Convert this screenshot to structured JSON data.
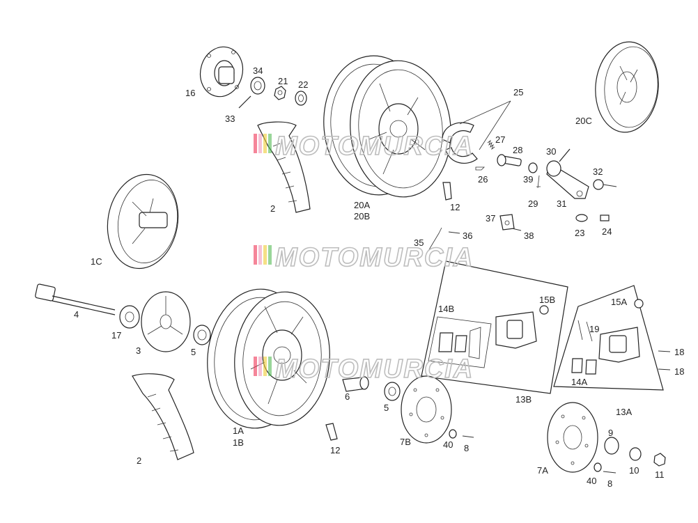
{
  "watermark": "MOTOMURCIA",
  "labels": {
    "l16": "16",
    "l34": "34",
    "l21": "21",
    "l22": "22",
    "l33": "33",
    "l2top": "2",
    "l20A": "20A",
    "l20B": "20B",
    "l25top": "25",
    "l27": "27",
    "l28": "28",
    "l30": "30",
    "l32": "32",
    "l26": "26",
    "l39": "39",
    "l12top": "12",
    "l29": "29",
    "l31": "31",
    "l20C": "20C",
    "l37": "37",
    "l38": "38",
    "l23": "23",
    "l24": "24",
    "l36": "36",
    "l35": "35",
    "l1C": "1C",
    "l4": "4",
    "l17": "17",
    "l3": "3",
    "l5a": "5",
    "l1A": "1A",
    "l1B": "1B",
    "l6": "6",
    "l5b": "5",
    "l12bot": "12",
    "l2bot": "2",
    "l14B": "14B",
    "l15B": "15B",
    "l13B": "13B",
    "l7B": "7B",
    "l40a": "40",
    "l8a": "8",
    "l15A": "15A",
    "l19": "19",
    "l18a": "18",
    "l18b": "18",
    "l14A": "14A",
    "l13A": "13A",
    "l9": "9",
    "l10": "10",
    "l11": "11",
    "l7A": "7A",
    "l40b": "40",
    "l8b": "8"
  }
}
